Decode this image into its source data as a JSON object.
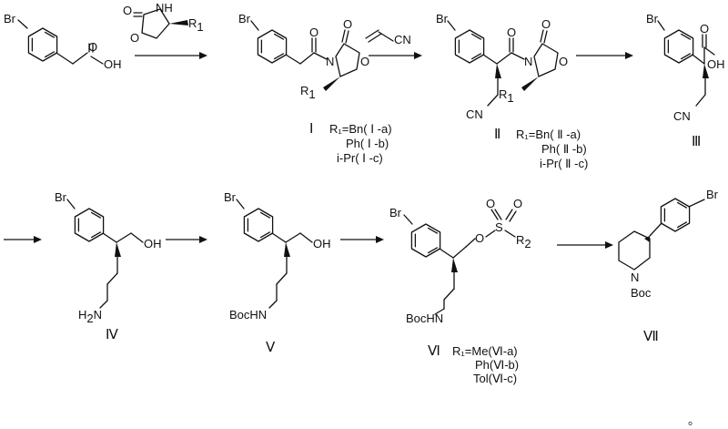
{
  "scheme": {
    "atoms": {
      "br": "Br",
      "oh": "OH",
      "o": "O",
      "n": "N",
      "h": "H",
      "nh": "NH",
      "cn": "CN",
      "r1": "R",
      "r1_sub": "1",
      "r2": "R",
      "r2_sub": "2",
      "s": "S",
      "h2n": "H",
      "h2n_sub": "2",
      "h2n_n": "N",
      "bochn": "BocHN",
      "boc": "Boc"
    },
    "compounds": [
      {
        "roman": "I",
        "variants": [
          "R₁=Bn( Ⅰ -a)",
          "Ph( Ⅰ -b)",
          "i-Pr( Ⅰ -c)"
        ]
      },
      {
        "roman": "II",
        "variants": [
          "R₁=Bn( Ⅱ -a)",
          "Ph( Ⅱ -b)",
          "i-Pr( Ⅱ -c)"
        ]
      },
      {
        "roman": "III",
        "variants": []
      },
      {
        "roman": "IV",
        "variants": []
      },
      {
        "roman": "V",
        "variants": []
      },
      {
        "roman": "VI",
        "variants": [
          "R₁=Me(Ⅵ-a)",
          "Ph(Ⅵ-b)",
          "Tol(Ⅵ-c)"
        ]
      },
      {
        "roman": "VII",
        "variants": []
      }
    ],
    "roman_glyphs": {
      "I": "Ⅰ",
      "II": "Ⅱ",
      "III": "Ⅲ",
      "IV": "Ⅳ",
      "V": "Ⅴ",
      "VI": "Ⅵ",
      "VII": "Ⅶ"
    },
    "footer_mark": "。"
  }
}
